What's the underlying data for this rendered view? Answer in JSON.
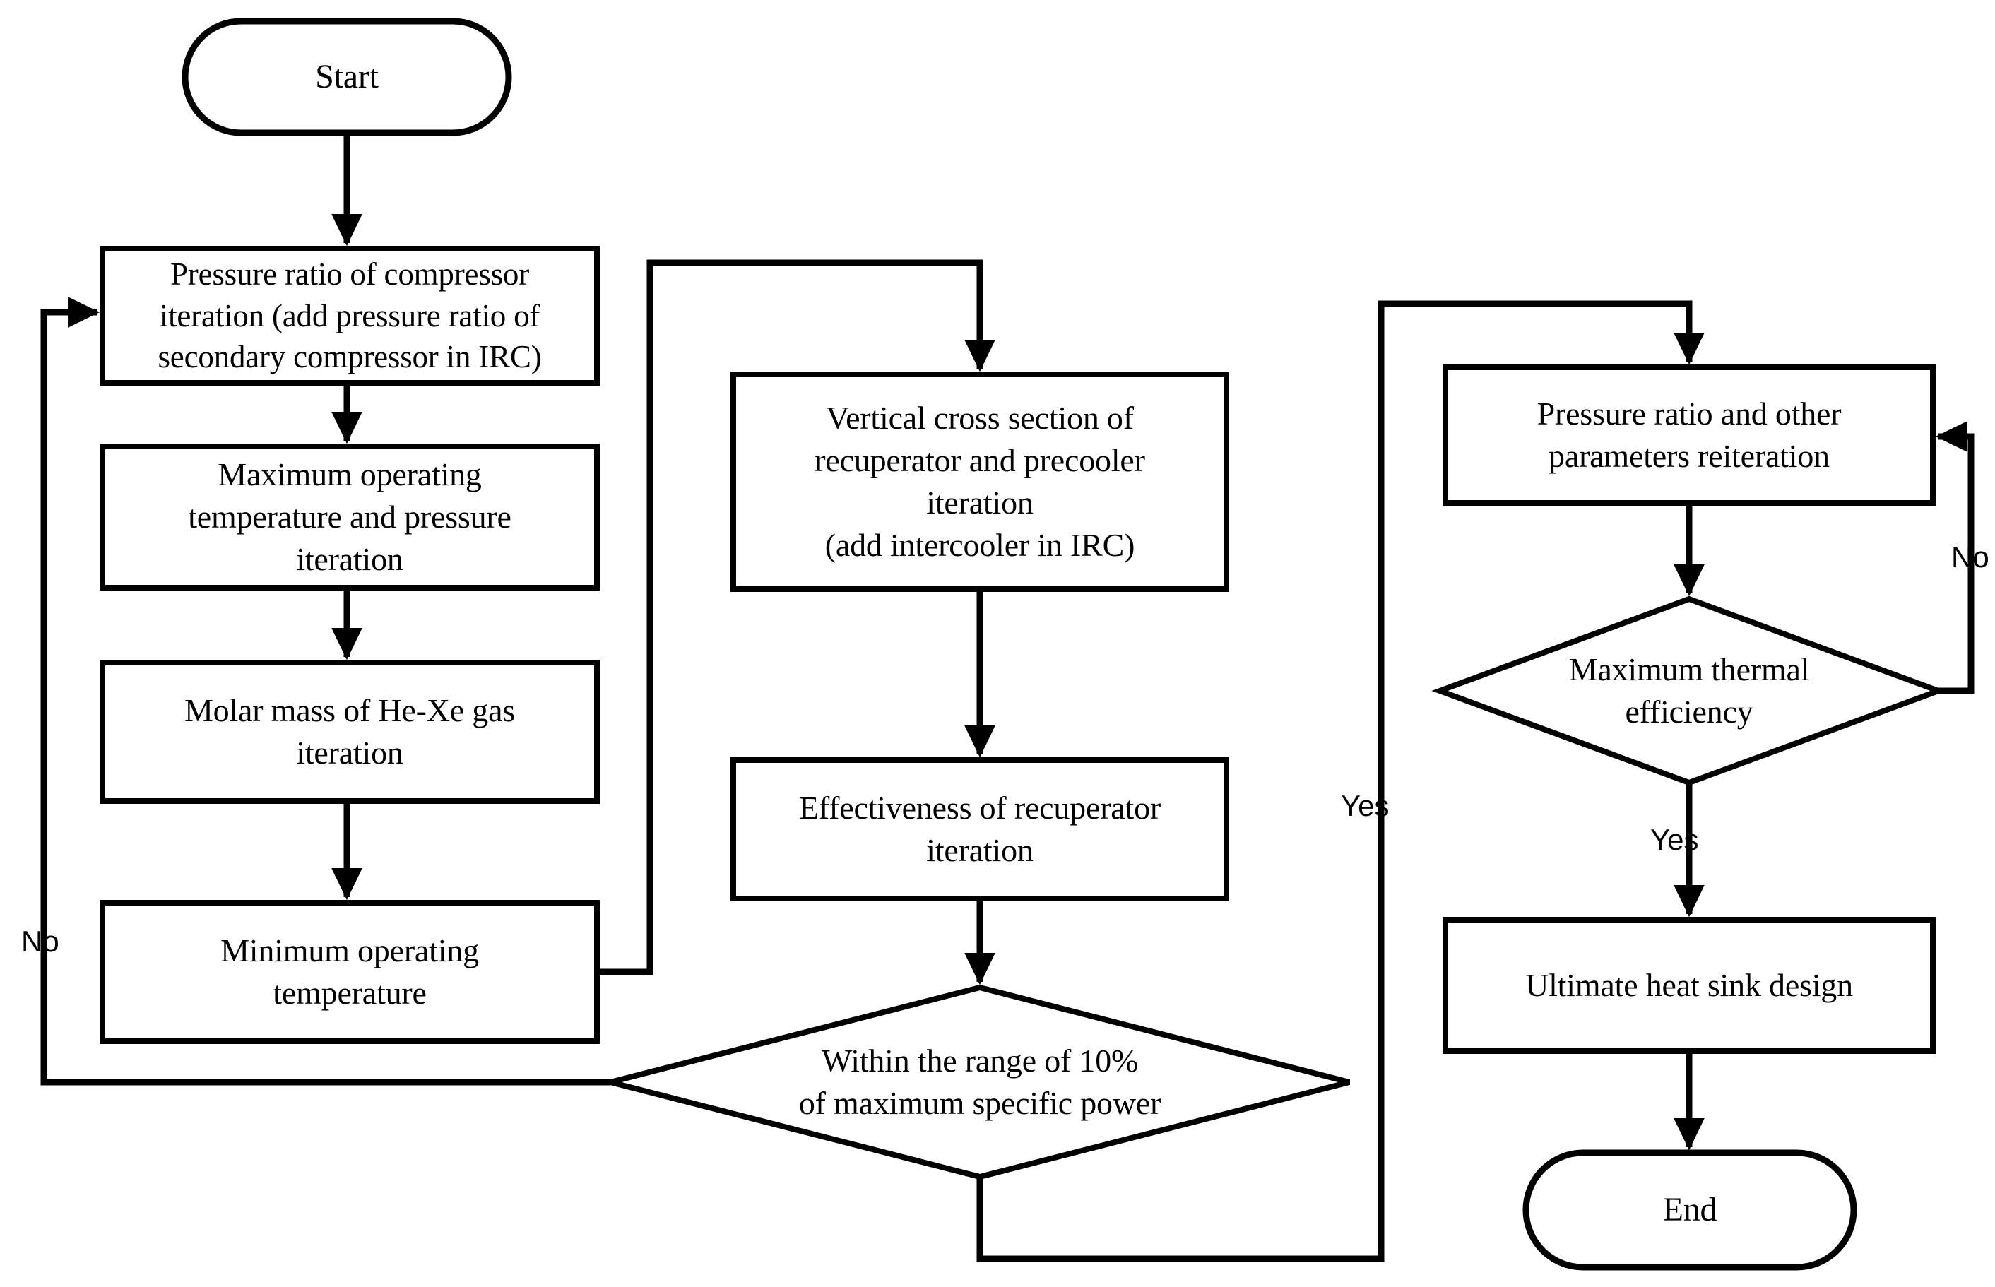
{
  "diagram": {
    "title": "Heat sink / Brayton cycle design iteration flowchart",
    "type": "flowchart",
    "background_color": "#ffffff",
    "line_color": "#000000",
    "nodes": [
      {
        "id": "start",
        "shape": "terminator",
        "text": "Start"
      },
      {
        "id": "pr_comp",
        "shape": "process",
        "text": "Pressure ratio of compressor\niteration (add pressure ratio of\nsecondary compressor in IRC)"
      },
      {
        "id": "max_temp",
        "shape": "process",
        "text": "Maximum operating\ntemperature and pressure\niteration"
      },
      {
        "id": "molar_mass",
        "shape": "process",
        "text": "Molar mass of He-Xe gas\niteration"
      },
      {
        "id": "min_temp",
        "shape": "process",
        "text": "Minimum operating\ntemperature"
      },
      {
        "id": "vert_cross",
        "shape": "process",
        "text": "Vertical cross section of\nrecuperator and precooler\niteration\n(add intercooler in IRC)"
      },
      {
        "id": "effectiveness",
        "shape": "process",
        "text": "Effectiveness of recuperator\niteration"
      },
      {
        "id": "within_range",
        "shape": "decision",
        "text": "Within the range of 10%\nof maximum specific power"
      },
      {
        "id": "pr_other",
        "shape": "process",
        "text": "Pressure ratio and other\nparameters reiteration"
      },
      {
        "id": "max_eff",
        "shape": "decision",
        "text": "Maximum thermal\nefficiency"
      },
      {
        "id": "heat_sink",
        "shape": "process",
        "text": "Ultimate heat sink design"
      },
      {
        "id": "end",
        "shape": "terminator",
        "text": "End"
      }
    ],
    "edge_labels": [
      {
        "id": "no_left",
        "text": "No"
      },
      {
        "id": "yes_mid",
        "text": "Yes"
      },
      {
        "id": "no_right",
        "text": "No"
      },
      {
        "id": "yes_right",
        "text": "Yes"
      }
    ],
    "edges": [
      {
        "from": "start",
        "to": "pr_comp",
        "label": ""
      },
      {
        "from": "pr_comp",
        "to": "max_temp",
        "label": ""
      },
      {
        "from": "max_temp",
        "to": "molar_mass",
        "label": ""
      },
      {
        "from": "molar_mass",
        "to": "min_temp",
        "label": ""
      },
      {
        "from": "min_temp",
        "to": "vert_cross",
        "label": ""
      },
      {
        "from": "vert_cross",
        "to": "effectiveness",
        "label": ""
      },
      {
        "from": "effectiveness",
        "to": "within_range",
        "label": ""
      },
      {
        "from": "within_range",
        "to": "pr_comp",
        "label": "No"
      },
      {
        "from": "within_range",
        "to": "pr_other",
        "label": "Yes"
      },
      {
        "from": "pr_other",
        "to": "max_eff",
        "label": ""
      },
      {
        "from": "max_eff",
        "to": "pr_other",
        "label": "No"
      },
      {
        "from": "max_eff",
        "to": "heat_sink",
        "label": "Yes"
      },
      {
        "from": "heat_sink",
        "to": "end",
        "label": ""
      }
    ]
  }
}
